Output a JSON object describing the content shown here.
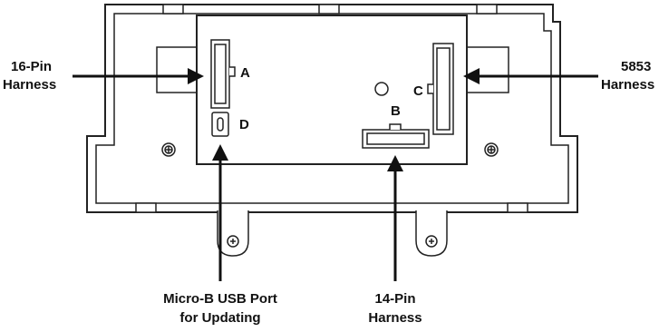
{
  "labels": {
    "harness_16pin": [
      "16-Pin",
      "Harness"
    ],
    "harness_5853": [
      "5853",
      "Harness"
    ],
    "usb_port": [
      "Micro-B USB Port",
      "for Updating"
    ],
    "harness_14pin": [
      "14-Pin",
      "Harness"
    ]
  },
  "connectors": {
    "a": "A",
    "b": "B",
    "c": "C",
    "d": "D"
  }
}
